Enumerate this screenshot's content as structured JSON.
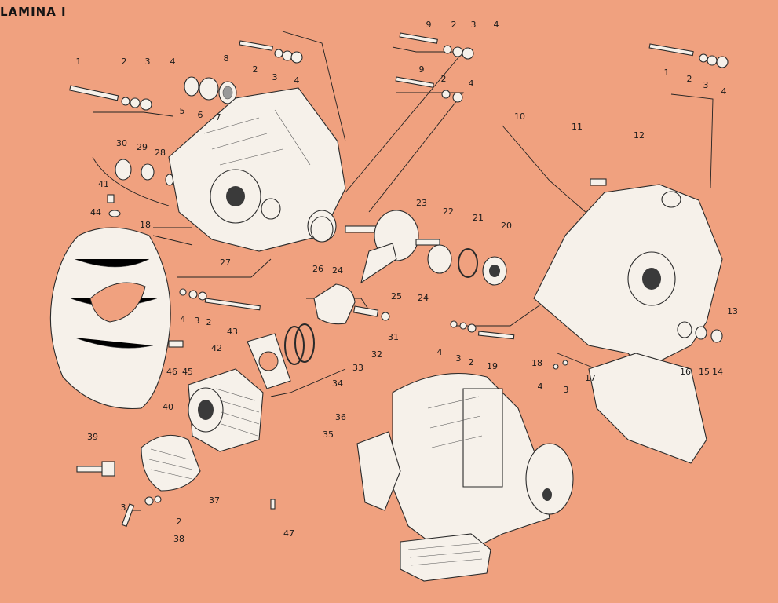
{
  "title": "LAMINA I",
  "callouts": [
    {
      "id": "c1a",
      "text": "1"
    },
    {
      "id": "c2a",
      "text": "2"
    },
    {
      "id": "c3a",
      "text": "3"
    },
    {
      "id": "c4a",
      "text": "4"
    },
    {
      "id": "c5",
      "text": "5"
    },
    {
      "id": "c6",
      "text": "6"
    },
    {
      "id": "c7",
      "text": "7"
    },
    {
      "id": "c8",
      "text": "8"
    },
    {
      "id": "c2b",
      "text": "2"
    },
    {
      "id": "c3b",
      "text": "3"
    },
    {
      "id": "c4b",
      "text": "4"
    },
    {
      "id": "c9a",
      "text": "9"
    },
    {
      "id": "c2c",
      "text": "2"
    },
    {
      "id": "c3c",
      "text": "3"
    },
    {
      "id": "c4c",
      "text": "4"
    },
    {
      "id": "c9b",
      "text": "9"
    },
    {
      "id": "c2d",
      "text": "2"
    },
    {
      "id": "c4d",
      "text": "4"
    },
    {
      "id": "c1b",
      "text": "1"
    },
    {
      "id": "c2e",
      "text": "2"
    },
    {
      "id": "c3e",
      "text": "3"
    },
    {
      "id": "c4e",
      "text": "4"
    },
    {
      "id": "c10",
      "text": "10"
    },
    {
      "id": "c11",
      "text": "11"
    },
    {
      "id": "c12",
      "text": "12"
    },
    {
      "id": "c13",
      "text": "13"
    },
    {
      "id": "c30",
      "text": "30"
    },
    {
      "id": "c29",
      "text": "29"
    },
    {
      "id": "c28",
      "text": "28"
    },
    {
      "id": "c41",
      "text": "41"
    },
    {
      "id": "c44",
      "text": "44"
    },
    {
      "id": "c18a",
      "text": "18"
    },
    {
      "id": "c27",
      "text": "27"
    },
    {
      "id": "c26",
      "text": "26"
    },
    {
      "id": "c23",
      "text": "23"
    },
    {
      "id": "c22",
      "text": "22"
    },
    {
      "id": "c21",
      "text": "21"
    },
    {
      "id": "c20",
      "text": "20"
    },
    {
      "id": "c24a",
      "text": "24"
    },
    {
      "id": "c25",
      "text": "25"
    },
    {
      "id": "c24b",
      "text": "24"
    },
    {
      "id": "c4f",
      "text": "4"
    },
    {
      "id": "c3f",
      "text": "3"
    },
    {
      "id": "c2f",
      "text": "2"
    },
    {
      "id": "c43",
      "text": "43"
    },
    {
      "id": "c32",
      "text": "32"
    },
    {
      "id": "c31",
      "text": "31"
    },
    {
      "id": "c33",
      "text": "33"
    },
    {
      "id": "c34",
      "text": "34"
    },
    {
      "id": "c36",
      "text": "36"
    },
    {
      "id": "c35",
      "text": "35"
    },
    {
      "id": "c46",
      "text": "46"
    },
    {
      "id": "c45",
      "text": "45"
    },
    {
      "id": "c42",
      "text": "42"
    },
    {
      "id": "c40",
      "text": "40"
    },
    {
      "id": "c39",
      "text": "39"
    },
    {
      "id": "c37",
      "text": "37"
    },
    {
      "id": "c3g",
      "text": "3"
    },
    {
      "id": "c2g",
      "text": "2"
    },
    {
      "id": "c38",
      "text": "38"
    },
    {
      "id": "c47",
      "text": "47"
    },
    {
      "id": "c4h",
      "text": "4"
    },
    {
      "id": "c3h",
      "text": "3"
    },
    {
      "id": "c2h",
      "text": "2"
    },
    {
      "id": "c19",
      "text": "19"
    },
    {
      "id": "c18b",
      "text": "18"
    },
    {
      "id": "c4i",
      "text": "4"
    },
    {
      "id": "c3i",
      "text": "3"
    },
    {
      "id": "c17",
      "text": "17"
    },
    {
      "id": "c16",
      "text": "16"
    },
    {
      "id": "c15",
      "text": "15"
    },
    {
      "id": "c14",
      "text": "14"
    }
  ]
}
